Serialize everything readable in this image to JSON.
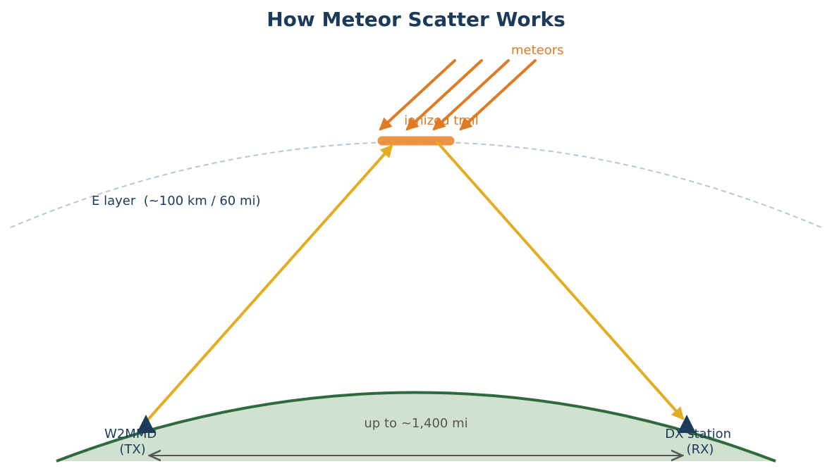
{
  "title": "How Meteor Scatter Works",
  "labels": {
    "meteors": "meteors",
    "ionized_trail": "ionized trail",
    "e_layer": "E layer  (~100 km / 60 mi)",
    "distance": "up to ~1,400 mi",
    "tx_line1": "W2MMD",
    "tx_line2": "(TX)",
    "rx_line1": "DX station",
    "rx_line2": "(RX)"
  },
  "colors": {
    "title": "#1b3a5c",
    "meteor": "#e07b24",
    "trail": "#eb8e3a",
    "signal": "#e3ad22",
    "e_layer": "#b7c7d6",
    "earth_fill": "#d1e1cf",
    "earth_stroke": "#2f6a3e",
    "station": "#1b3a5c",
    "distance": "#555555"
  },
  "icons": {
    "tx": "antenna-triangle-icon",
    "rx": "antenna-triangle-icon"
  }
}
